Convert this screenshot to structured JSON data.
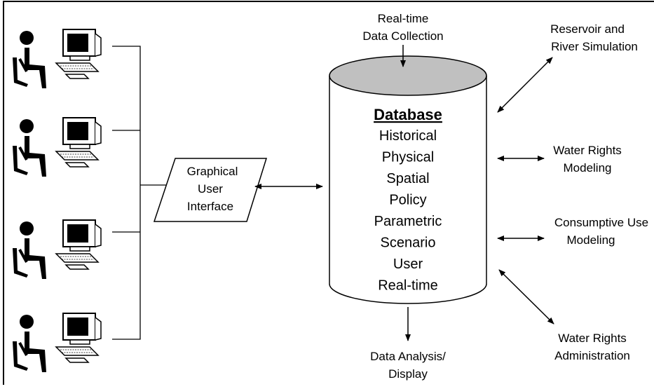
{
  "database": {
    "title": "Database",
    "items": [
      "Historical",
      "Physical",
      "Spatial",
      "Policy",
      "Parametric",
      "Scenario",
      "User",
      "Real-time"
    ]
  },
  "gui": {
    "line1": "Graphical",
    "line2": "User",
    "line3": "Interface"
  },
  "labels": {
    "realtime_collection": [
      "Real-time",
      "Data Collection"
    ],
    "reservoir": [
      "Reservoir and",
      "River Simulation"
    ],
    "water_rights_modeling": [
      "Water Rights",
      "Modeling"
    ],
    "consumptive_use": [
      "Consumptive Use",
      "Modeling"
    ],
    "water_rights_admin": [
      "Water Rights",
      "Administration"
    ],
    "data_analysis": [
      "Data Analysis/",
      "Display"
    ]
  },
  "users": {
    "count": 4
  }
}
